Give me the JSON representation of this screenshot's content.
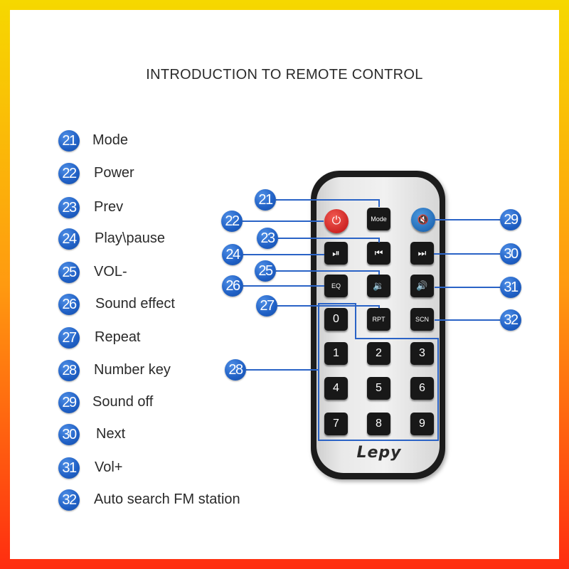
{
  "title": "INTRODUCTION TO REMOTE CONTROL",
  "legend": [
    {
      "num": "21",
      "label": "Mode"
    },
    {
      "num": "22",
      "label": "Power"
    },
    {
      "num": "23",
      "label": "Prev"
    },
    {
      "num": "24",
      "label": "Play\\pause"
    },
    {
      "num": "25",
      "label": "VOL-"
    },
    {
      "num": "26",
      "label": "Sound effect"
    },
    {
      "num": "27",
      "label": "Repeat"
    },
    {
      "num": "28",
      "label": "Number key"
    },
    {
      "num": "29",
      "label": "Sound off"
    },
    {
      "num": "30",
      "label": "Next"
    },
    {
      "num": "31",
      "label": "Vol+"
    },
    {
      "num": "32",
      "label": "Auto search FM station"
    }
  ],
  "remote": {
    "brand": "Lepy",
    "keys": {
      "power": "⏻",
      "mode": "Mode",
      "mute": "🔇",
      "play_pause": "⏯",
      "prev": "⏮",
      "next": "⏭",
      "eq": "EQ",
      "vol_down": "🔉",
      "vol_up": "🔊",
      "zero": "0",
      "rpt": "RPT",
      "scn": "SCN",
      "one": "1",
      "two": "2",
      "three": "3",
      "four": "4",
      "five": "5",
      "six": "6",
      "seven": "7",
      "eight": "8",
      "nine": "9"
    }
  },
  "colors": {
    "badge_blue": "#1f5fc4",
    "frame_top": "#f6d800",
    "frame_bottom": "#ff2d10",
    "power_red": "#c81e1e",
    "mute_blue": "#1d64b0"
  }
}
